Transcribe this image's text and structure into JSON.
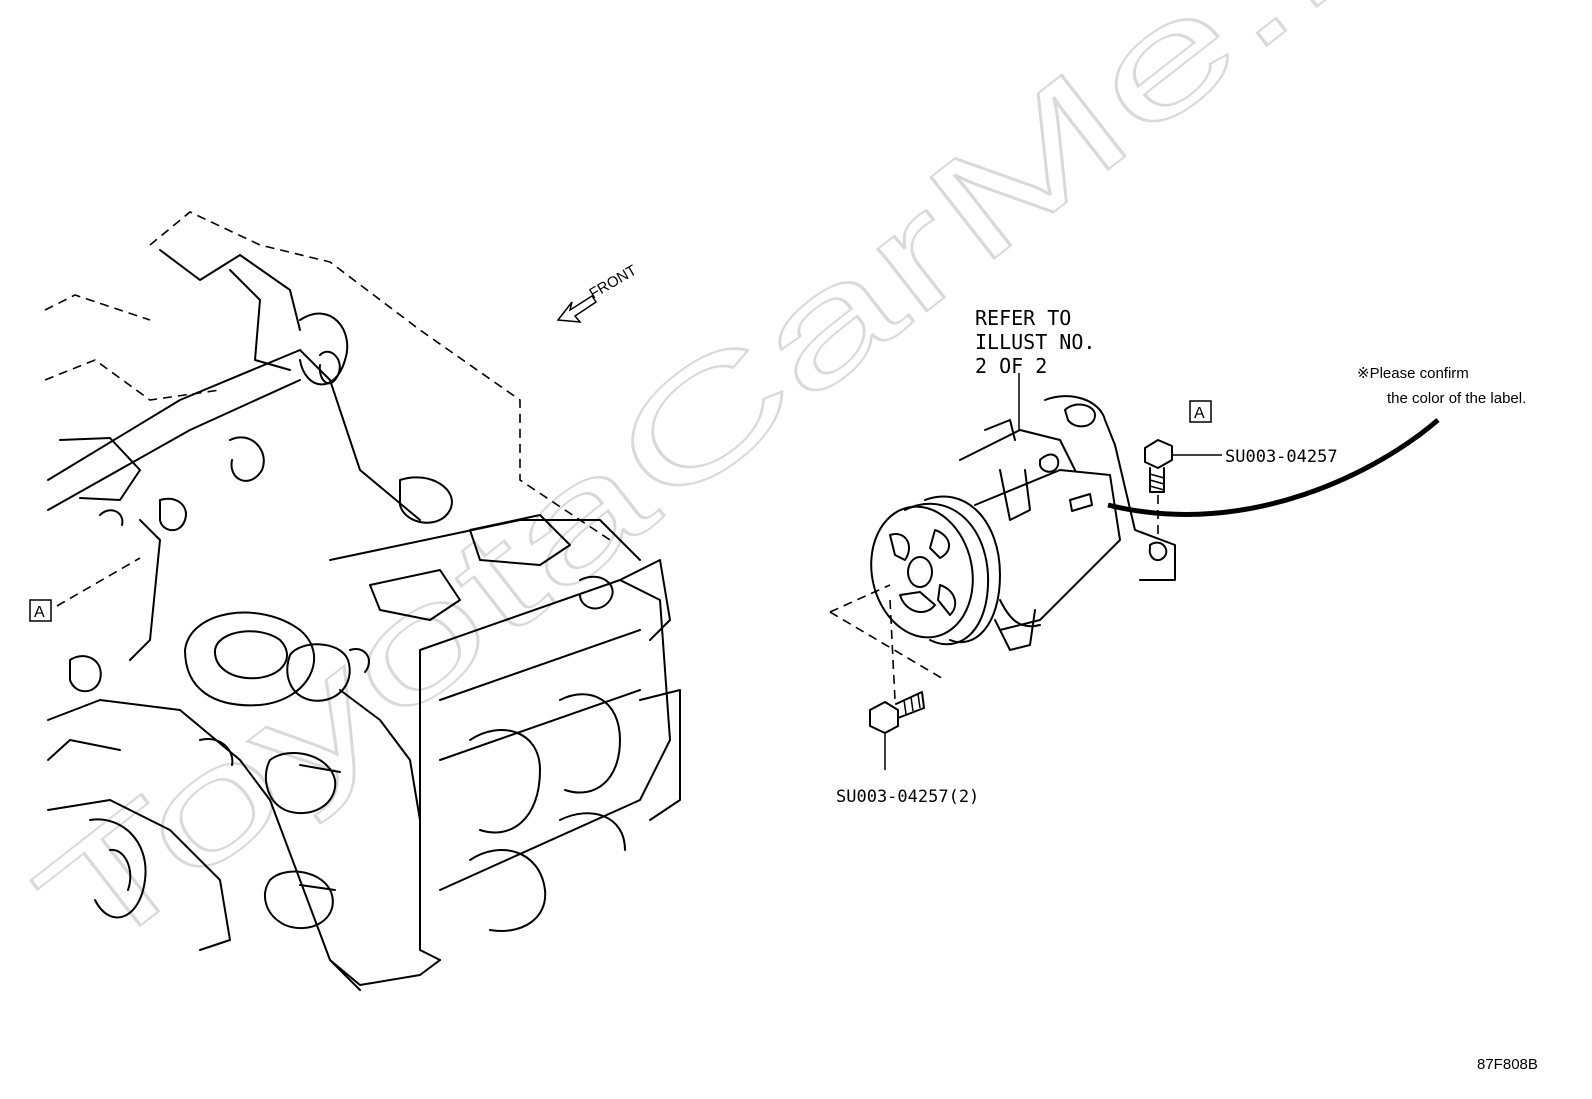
{
  "watermark": "ToyotaCarMe.ru",
  "front_label": "FRONT",
  "refer_note": [
    "REFER TO",
    "ILLUST NO.",
    "2 OF 2"
  ],
  "callout_left": "A",
  "callout_right": "A",
  "part_upper": "SU003-04257",
  "part_lower": "SU003-04257(2)",
  "label_note": [
    "※Please confirm",
    "the color of the label."
  ],
  "figure_code": "87F808B"
}
